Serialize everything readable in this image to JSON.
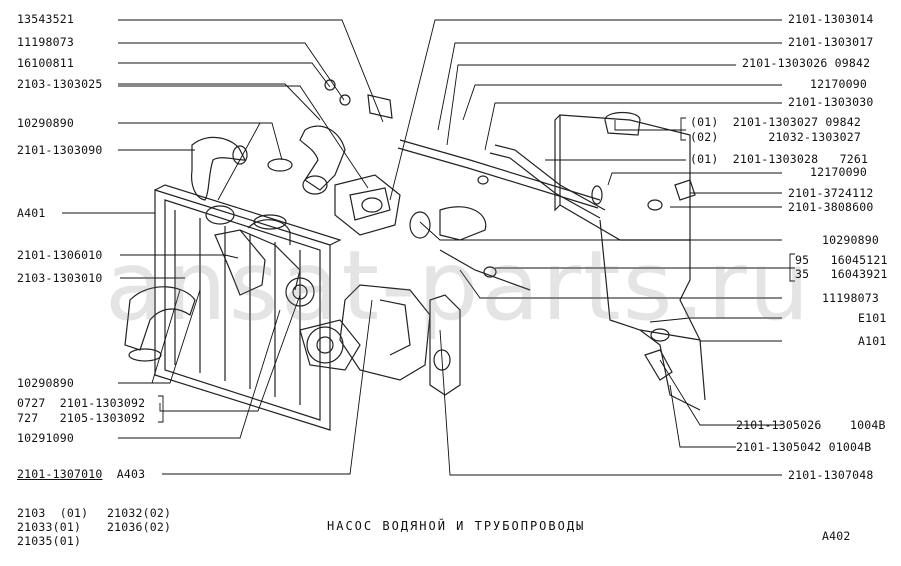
{
  "title": "НАСОС ВОДЯНОЙ И ТРУБОПРОВОДЫ",
  "page_code": "A402",
  "watermark": "ansat-parts.ru",
  "left_labels": [
    "13543521",
    "11198073",
    "16100811",
    "2103-1303025",
    "10290890",
    "2101-1303090",
    "A401",
    "2101-1306010",
    "2103-1303010",
    "10290890",
    "0727  2101-1303092",
    "727   2105-1303092",
    "10291090"
  ],
  "main_assembly": {
    "number": "2101-1307010",
    "suffix": "A403"
  },
  "right_labels": {
    "r1": "2101-1303014",
    "r2": "2101-1303017",
    "r3": "2101-1303026 09842",
    "r4": "12170090",
    "r5": "2101-1303030",
    "r6a": "(01)  2101-1303027 09842",
    "r6b": "(02)       21032-1303027",
    "r7": "(01)  2101-1303028   7261",
    "r8": "12170090",
    "r9": "2101-3724112",
    "r10": "2101-3808600",
    "r11": "10290890",
    "r12a": "95   16045121",
    "r12b": "35   16043921",
    "r13": "11198073",
    "r14": "E101",
    "r15": "A101",
    "r16": "2101-1305026    1004B",
    "r17": "2101-1305042 01004B",
    "r18": "2101-1307048"
  },
  "models": {
    "col1": [
      "2103  (01)",
      "21033(01)",
      "21035(01)"
    ],
    "col2": [
      "21032(02)",
      "21036(02)"
    ]
  }
}
